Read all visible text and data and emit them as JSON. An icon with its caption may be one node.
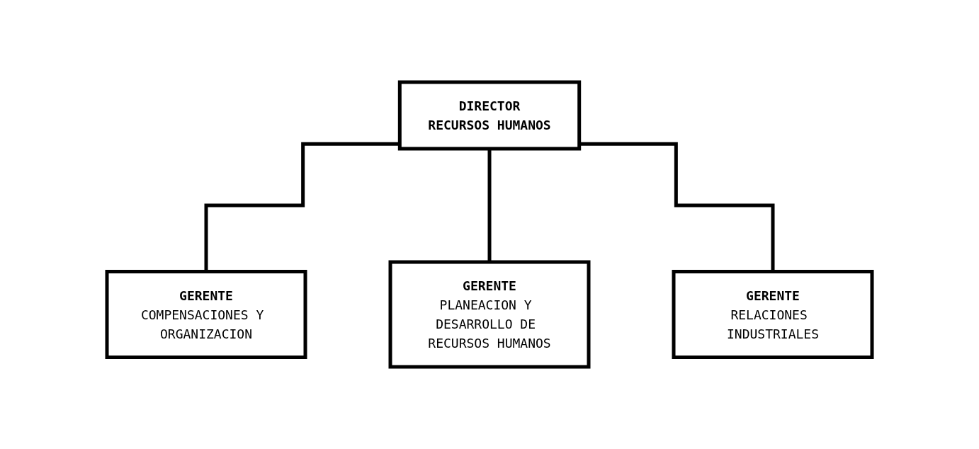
{
  "diagram": {
    "nodes": [
      {
        "text": [
          "DIRECTOR",
          "RECURSOS HUMANOS"
        ]
      },
      {
        "text": [
          "GERENTE",
          "COMPENSACIONES Y ORGANIZACION"
        ]
      },
      {
        "text": [
          "GERENTE",
          "PLANEACION Y DESARROLLO DE RECURSOS HUMANOS"
        ]
      },
      {
        "text": [
          "GERENTE",
          "RELACIONES INDUSTRIALES"
        ]
      }
    ],
    "edges": [
      {
        "from": 0,
        "to": 1,
        "arrow": "none"
      },
      {
        "from": 0,
        "to": 2,
        "arrow": "none"
      },
      {
        "from": 0,
        "to": 3,
        "arrow": "none"
      }
    ]
  }
}
